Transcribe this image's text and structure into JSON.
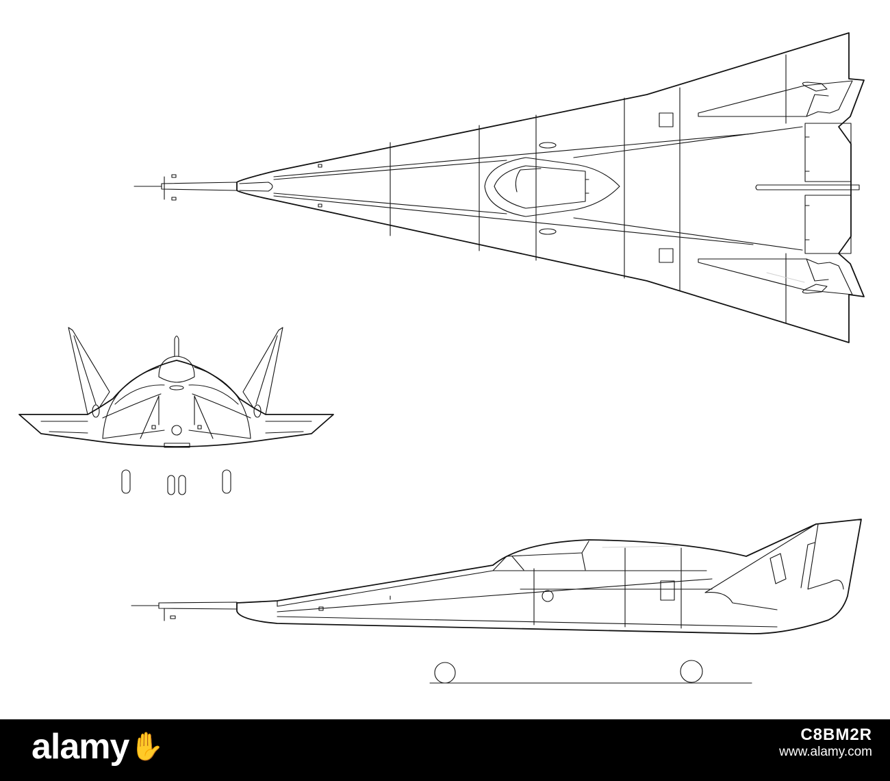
{
  "figure": {
    "views": [
      "top-view",
      "front-view",
      "side-view"
    ],
    "line_color": "#111111",
    "background": "#ffffff"
  },
  "footer": {
    "background": "#000000",
    "text_color": "#ffffff",
    "logo_left": "alamy",
    "logo_right": "",
    "hand_icon": "hand-glyph-icon",
    "image_id": "C8BM2R",
    "site": "www.alamy.com"
  }
}
